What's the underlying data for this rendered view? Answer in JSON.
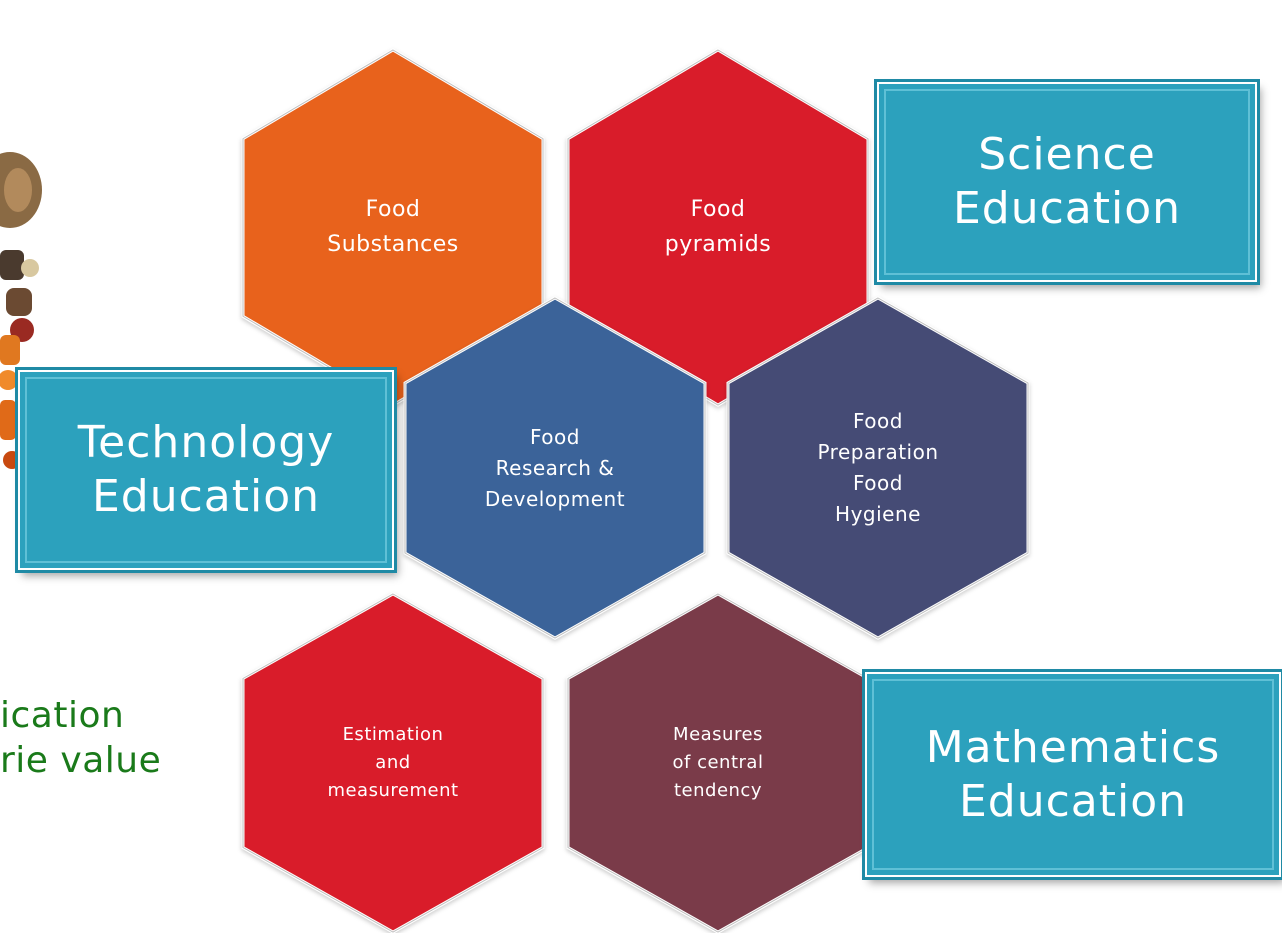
{
  "hexagons": [
    {
      "id": "food-substances",
      "label": "Food\nSubstances",
      "color": "#e8621e"
    },
    {
      "id": "food-pyramids",
      "label": "Food\npyramids",
      "color": "#d91f29"
    },
    {
      "id": "food-research",
      "label": "Food\nResearch  &\nDevelopment",
      "color": "#3a6399"
    },
    {
      "id": "food-preparation",
      "label": "Food\nPreparation\nFood\nHygiene",
      "color": "#454b75"
    },
    {
      "id": "estimation",
      "label": "Estimation\nand\nmeasurement",
      "color": "#d91f29"
    },
    {
      "id": "measures",
      "label": "Measures\nof central\ntendency",
      "color": "#7a3a4a"
    }
  ],
  "boxes": [
    {
      "id": "science",
      "label": "Science\nEducation"
    },
    {
      "id": "technology",
      "label": "Technology\nEducation"
    },
    {
      "id": "mathematics",
      "label": "Mathematics\nEducation"
    }
  ],
  "side_text": "ication\nrie value",
  "colors": {
    "box_fill": "#2ca1bd",
    "side_text": "#1a7a1a"
  }
}
